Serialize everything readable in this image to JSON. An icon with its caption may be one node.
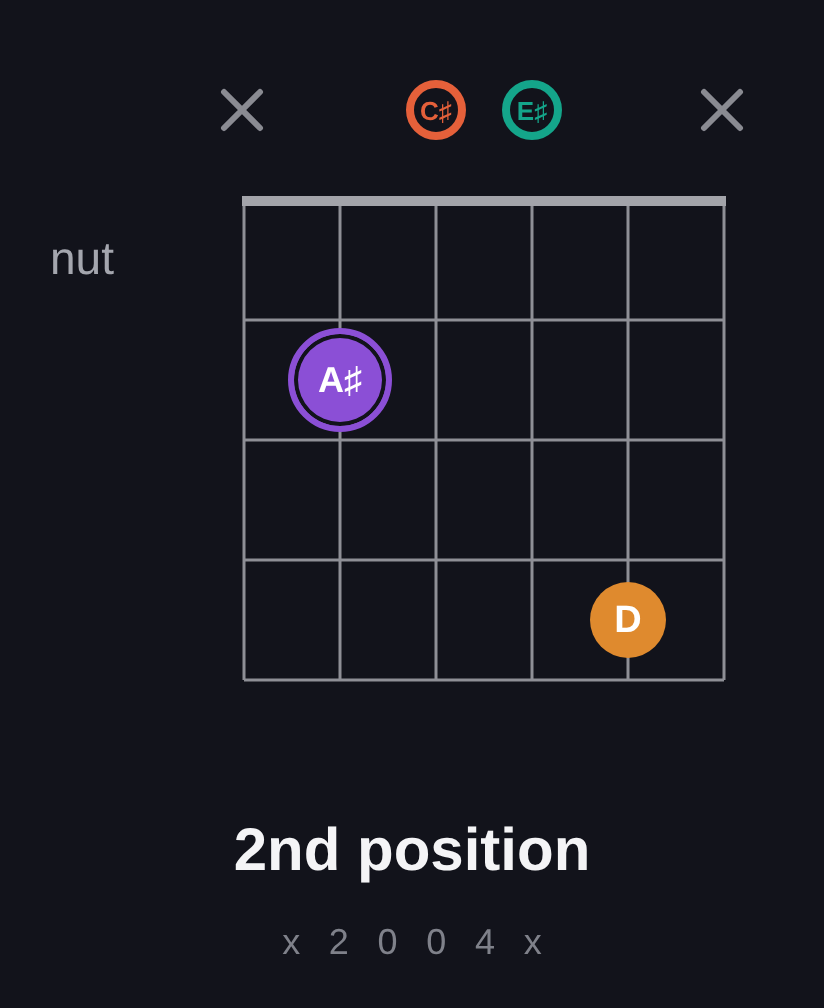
{
  "diagram": {
    "title": "2nd position",
    "caption": "x 2 0 0 4 x",
    "nodes": [
      {
        "text": [
          "C♯"
        ]
      },
      {
        "text": [
          "E♯"
        ]
      },
      {
        "text": [
          "A♯"
        ]
      },
      {
        "text": [
          "D"
        ]
      }
    ],
    "labels": [
      "nut"
    ]
  }
}
